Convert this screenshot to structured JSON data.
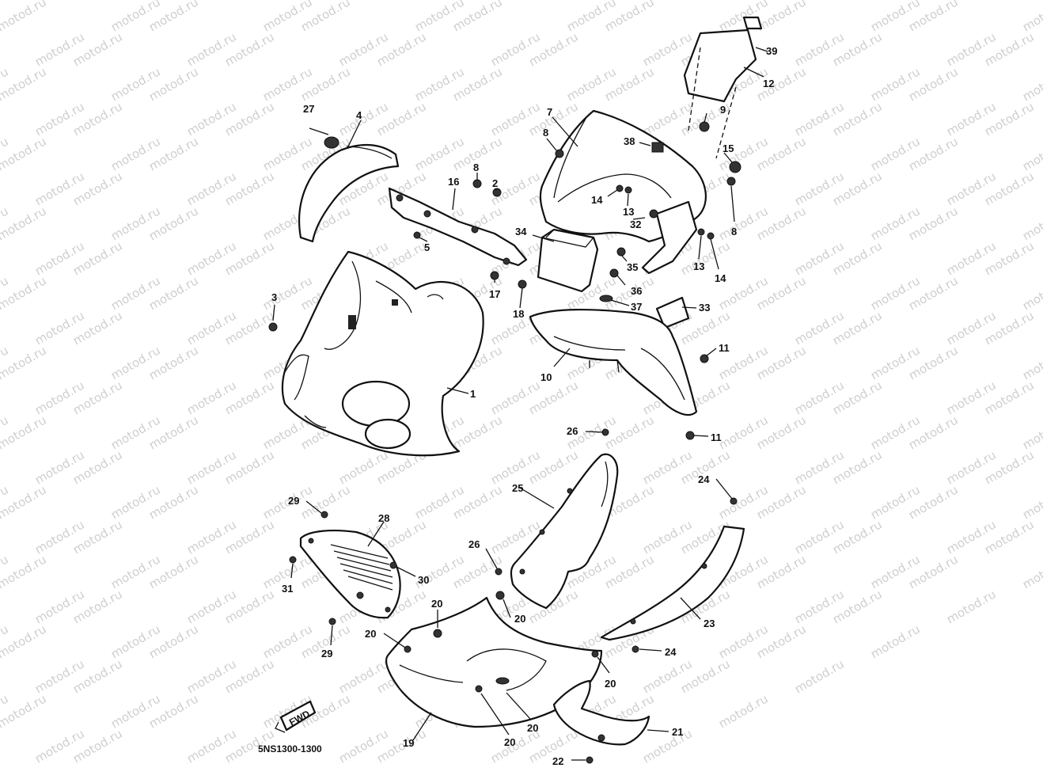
{
  "watermark": "motod.ru",
  "diagram_code": "5NS1300-1300",
  "fwd_badge": "FWD",
  "callouts": [
    {
      "id": "c39",
      "text": "39"
    },
    {
      "id": "c12",
      "text": "12"
    },
    {
      "id": "c27",
      "text": "27"
    },
    {
      "id": "c4",
      "text": "4"
    },
    {
      "id": "c7",
      "text": "7"
    },
    {
      "id": "c9",
      "text": "9"
    },
    {
      "id": "c8a",
      "text": "8"
    },
    {
      "id": "c38",
      "text": "38"
    },
    {
      "id": "c15",
      "text": "15"
    },
    {
      "id": "c8b",
      "text": "8"
    },
    {
      "id": "c16",
      "text": "16"
    },
    {
      "id": "c2",
      "text": "2"
    },
    {
      "id": "c14a",
      "text": "14"
    },
    {
      "id": "c13a",
      "text": "13"
    },
    {
      "id": "c8c",
      "text": "8"
    },
    {
      "id": "c5",
      "text": "5"
    },
    {
      "id": "c34",
      "text": "34"
    },
    {
      "id": "c32",
      "text": "32"
    },
    {
      "id": "c13b",
      "text": "13"
    },
    {
      "id": "c14b",
      "text": "14"
    },
    {
      "id": "c35",
      "text": "35"
    },
    {
      "id": "c17",
      "text": "17"
    },
    {
      "id": "c36",
      "text": "36"
    },
    {
      "id": "c3",
      "text": "3"
    },
    {
      "id": "c37",
      "text": "37"
    },
    {
      "id": "c33",
      "text": "33"
    },
    {
      "id": "c18",
      "text": "18"
    },
    {
      "id": "c11a",
      "text": "11"
    },
    {
      "id": "c10",
      "text": "10"
    },
    {
      "id": "c1",
      "text": "1"
    },
    {
      "id": "c26a",
      "text": "26"
    },
    {
      "id": "c11b",
      "text": "11"
    },
    {
      "id": "c24a",
      "text": "24"
    },
    {
      "id": "c25",
      "text": "25"
    },
    {
      "id": "c29a",
      "text": "29"
    },
    {
      "id": "c28",
      "text": "28"
    },
    {
      "id": "c26b",
      "text": "26"
    },
    {
      "id": "c31",
      "text": "31"
    },
    {
      "id": "c30",
      "text": "30"
    },
    {
      "id": "c20a",
      "text": "20"
    },
    {
      "id": "c20b",
      "text": "20"
    },
    {
      "id": "c23",
      "text": "23"
    },
    {
      "id": "c20c",
      "text": "20"
    },
    {
      "id": "c29b",
      "text": "29"
    },
    {
      "id": "c24b",
      "text": "24"
    },
    {
      "id": "c20d",
      "text": "20"
    },
    {
      "id": "c20e",
      "text": "20"
    },
    {
      "id": "c21",
      "text": "21"
    },
    {
      "id": "c19",
      "text": "19"
    },
    {
      "id": "c20f",
      "text": "20"
    },
    {
      "id": "c22",
      "text": "22"
    }
  ]
}
